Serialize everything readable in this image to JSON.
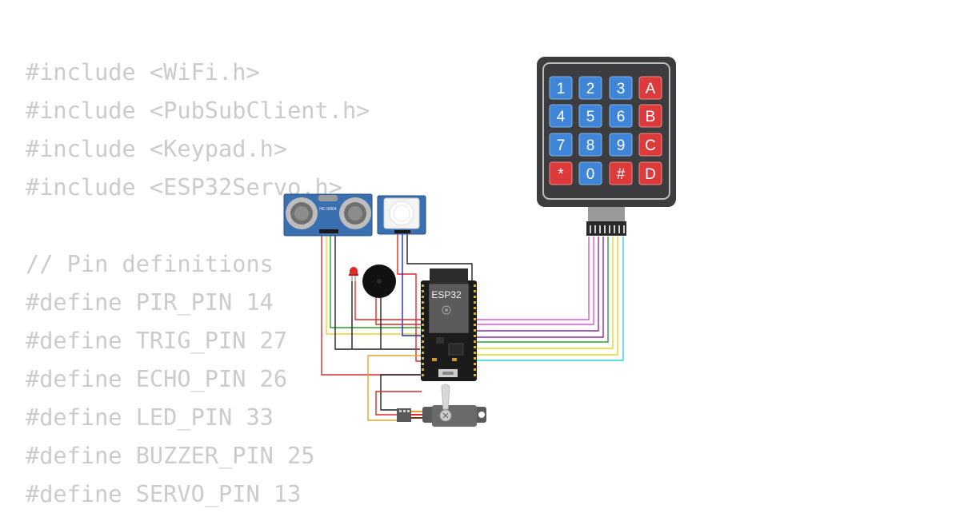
{
  "code_lines": [
    "#include <WiFi.h>",
    "#include <PubSubClient.h>",
    "#include <Keypad.h>",
    "#include <ESP32Servo.h>",
    "",
    "// Pin definitions",
    "#define PIR_PIN 14",
    "#define TRIG_PIN 27",
    "#define ECHO_PIN 26",
    "#define LED_PIN 33",
    "#define BUZZER_PIN 25",
    "#define SERVO_PIN 13"
  ],
  "components": {
    "ultrasonic": {
      "label": "HC-SR04"
    },
    "mcu": {
      "label": "ESP32"
    },
    "keypad": {
      "keys": [
        [
          "1",
          "2",
          "3",
          "A"
        ],
        [
          "4",
          "5",
          "6",
          "B"
        ],
        [
          "7",
          "8",
          "9",
          "C"
        ],
        [
          "*",
          "0",
          "#",
          "D"
        ]
      ]
    }
  },
  "colors": {
    "code_text": "#cbcbcb",
    "key_number": "#3f86d8",
    "key_letter": "#dd3b3b",
    "keypad_body": "#3d3d40",
    "board": "#1b1b1b",
    "sensor_blue": "#3a6fb0",
    "wire_red": "#dd2a2a",
    "wire_black": "#202020",
    "wire_green": "#2aa02a",
    "wire_yellow": "#e6d62a",
    "wire_magenta": "#e050e0",
    "wire_purple": "#8a2aaa",
    "wire_cyan": "#2ad6e0",
    "wire_orange": "#e89a2a"
  }
}
